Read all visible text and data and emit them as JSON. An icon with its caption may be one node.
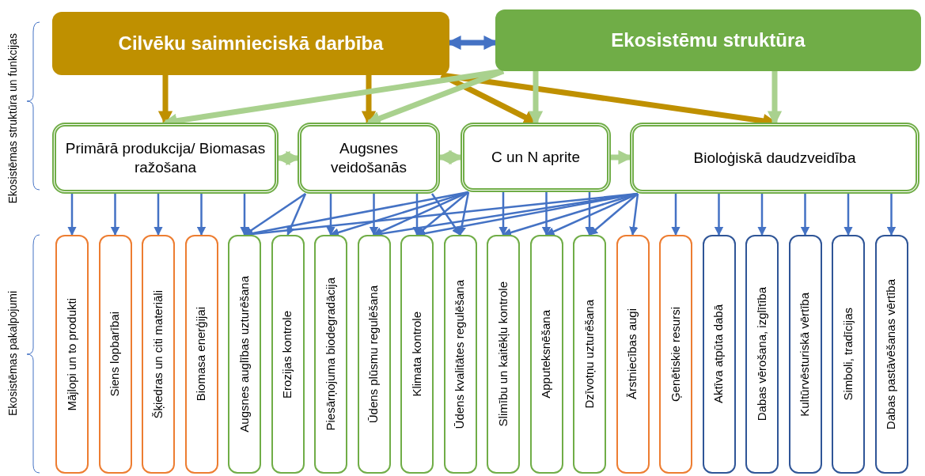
{
  "diagram": {
    "nodes": [
      {
        "text": [
          "Cilvēku saimnieciskā darbība"
        ]
      },
      {
        "text": [
          "Ekosistēmu struktūra"
        ]
      },
      {
        "text": [
          "Primārā produkcija/ Biomasas ražošana"
        ]
      },
      {
        "text": [
          "Augsnes veidošanās"
        ]
      },
      {
        "text": [
          "C un N aprite"
        ]
      },
      {
        "text": [
          "Bioloģiskā daudzveidība"
        ]
      },
      {
        "text": [
          "Mājlopi un to produkti"
        ]
      },
      {
        "text": [
          "Siens lopbarībai"
        ]
      },
      {
        "text": [
          "Šķiedras un citi materiāli"
        ]
      },
      {
        "text": [
          "Biomasa enerģijai"
        ]
      },
      {
        "text": [
          "Augsnes auglības uzturēšana"
        ]
      },
      {
        "text": [
          "Erozijas kontrole"
        ]
      },
      {
        "text": [
          "Piesārņojuma biodegradācija"
        ]
      },
      {
        "text": [
          "Ūdens plūsmu regulēšana"
        ]
      },
      {
        "text": [
          "Klimata kontrole"
        ]
      },
      {
        "text": [
          "Ūdens kvalitātes regulēšana"
        ]
      },
      {
        "text": [
          "Slimību un kaitēkļu kontrole"
        ]
      },
      {
        "text": [
          "Apputeksnēšana"
        ]
      },
      {
        "text": [
          "Dzīvotņu uzturēšana"
        ]
      },
      {
        "text": [
          "Ārstniecības augi"
        ]
      },
      {
        "text": [
          "Ģenētiskie resursi"
        ]
      },
      {
        "text": [
          "Aktīva atpūta dabā"
        ]
      },
      {
        "text": [
          "Dabas vērošana, izglītība"
        ]
      },
      {
        "text": [
          "Kultūrvēsturiskā vērtība"
        ]
      },
      {
        "text": [
          "Simboli, tradīcijas"
        ]
      },
      {
        "text": [
          "Dabas pastāvēšanas vērtība"
        ]
      }
    ],
    "edges": [
      {
        "from": 0,
        "to": 1,
        "arrow": "both",
        "style": "thick"
      },
      {
        "from": 0,
        "to": 2,
        "arrow": "to",
        "style": "thick",
        "color": "#bf9000"
      },
      {
        "from": 0,
        "to": 3,
        "arrow": "to",
        "style": "thick",
        "color": "#bf9000"
      },
      {
        "from": 0,
        "to": 4,
        "arrow": "to",
        "style": "thick",
        "color": "#bf9000"
      },
      {
        "from": 0,
        "to": 5,
        "arrow": "to",
        "style": "thick",
        "color": "#bf9000"
      },
      {
        "from": 1,
        "to": 2,
        "arrow": "to",
        "style": "thick",
        "color": "#a9d18e"
      },
      {
        "from": 1,
        "to": 3,
        "arrow": "to",
        "style": "thick",
        "color": "#a9d18e"
      },
      {
        "from": 1,
        "to": 4,
        "arrow": "to",
        "style": "thick",
        "color": "#a9d18e"
      },
      {
        "from": 1,
        "to": 5,
        "arrow": "to",
        "style": "thick",
        "color": "#a9d18e"
      },
      {
        "from": 2,
        "to": 3,
        "arrow": "both",
        "style": "thick",
        "color": "#a9d18e"
      },
      {
        "from": 3,
        "to": 4,
        "arrow": "both",
        "style": "thick",
        "color": "#a9d18e"
      },
      {
        "from": 4,
        "to": 5,
        "arrow": "to",
        "style": "thick",
        "color": "#a9d18e"
      },
      {
        "from": 2,
        "to": 6,
        "arrow": "to"
      },
      {
        "from": 2,
        "to": 7,
        "arrow": "to"
      },
      {
        "from": 2,
        "to": 8,
        "arrow": "to"
      },
      {
        "from": 2,
        "to": 9,
        "arrow": "to"
      },
      {
        "from": 2,
        "to": 10,
        "arrow": "to"
      },
      {
        "from": 3,
        "to": 10,
        "arrow": "to"
      },
      {
        "from": 3,
        "to": 11,
        "arrow": "to"
      },
      {
        "from": 3,
        "to": 12,
        "arrow": "to"
      },
      {
        "from": 3,
        "to": 13,
        "arrow": "to"
      },
      {
        "from": 3,
        "to": 14,
        "arrow": "to"
      },
      {
        "from": 3,
        "to": 15,
        "arrow": "to"
      },
      {
        "from": 4,
        "to": 10,
        "arrow": "to"
      },
      {
        "from": 4,
        "to": 12,
        "arrow": "to"
      },
      {
        "from": 4,
        "to": 13,
        "arrow": "to"
      },
      {
        "from": 4,
        "to": 14,
        "arrow": "to"
      },
      {
        "from": 4,
        "to": 15,
        "arrow": "to"
      },
      {
        "from": 4,
        "to": 16,
        "arrow": "to"
      },
      {
        "from": 4,
        "to": 17,
        "arrow": "to"
      },
      {
        "from": 4,
        "to": 18,
        "arrow": "to"
      },
      {
        "from": 5,
        "to": 10,
        "arrow": "to"
      },
      {
        "from": 5,
        "to": 13,
        "arrow": "to"
      },
      {
        "from": 5,
        "to": 14,
        "arrow": "to"
      },
      {
        "from": 5,
        "to": 16,
        "arrow": "to"
      },
      {
        "from": 5,
        "to": 17,
        "arrow": "to"
      },
      {
        "from": 5,
        "to": 18,
        "arrow": "to"
      },
      {
        "from": 5,
        "to": 19,
        "arrow": "to"
      },
      {
        "from": 5,
        "to": 20,
        "arrow": "to"
      },
      {
        "from": 5,
        "to": 21,
        "arrow": "to"
      },
      {
        "from": 5,
        "to": 22,
        "arrow": "to"
      },
      {
        "from": 5,
        "to": 23,
        "arrow": "to"
      },
      {
        "from": 5,
        "to": 24,
        "arrow": "to"
      },
      {
        "from": 5,
        "to": 25,
        "arrow": "to"
      }
    ],
    "labels": [
      "Ekosistēmas struktūra un funkcijas",
      "Ekosistēmas pakalpojumi"
    ]
  }
}
